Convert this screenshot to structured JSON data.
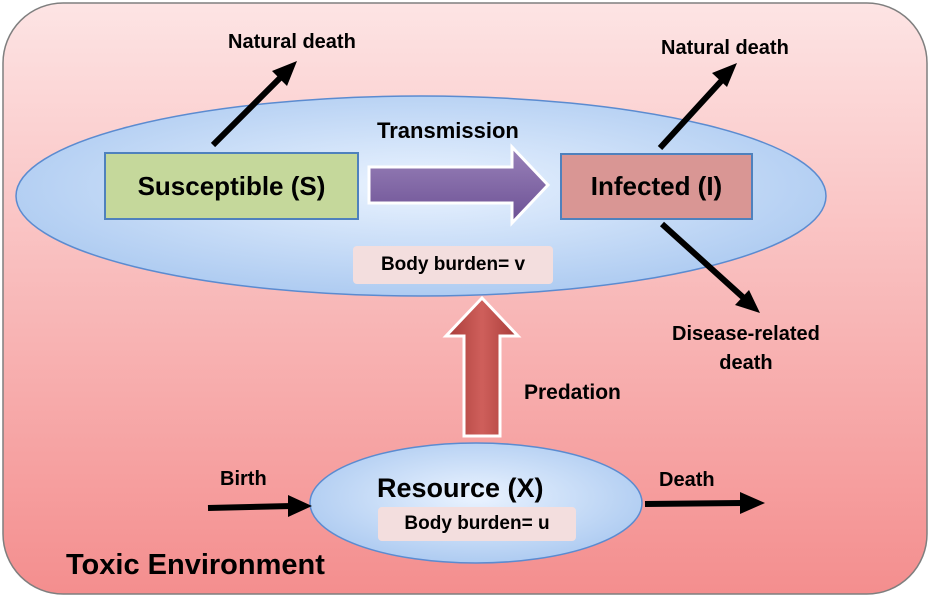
{
  "environment": {
    "label": "Toxic Environment"
  },
  "host": {
    "susceptible": "Susceptible (S)",
    "infected": "Infected (I)",
    "body_burden": "Body burden= v",
    "transmission": "Transmission",
    "natural_death_s": "Natural death",
    "natural_death_i": "Natural death",
    "disease_death_line1": "Disease-related",
    "disease_death_line2": "death"
  },
  "resource": {
    "label": "Resource (X)",
    "body_burden": "Body burden= u",
    "birth": "Birth",
    "death": "Death"
  },
  "links": {
    "predation": "Predation"
  },
  "colors": {
    "environment_top": "#fde3e3",
    "environment_bottom": "#f49090",
    "ellipse": "#c6dcf7",
    "susceptible_fill": "#c5d89b",
    "infected_fill": "#d99694",
    "transmission_arrow": "#8064a2",
    "predation_arrow": "#c0504d"
  }
}
